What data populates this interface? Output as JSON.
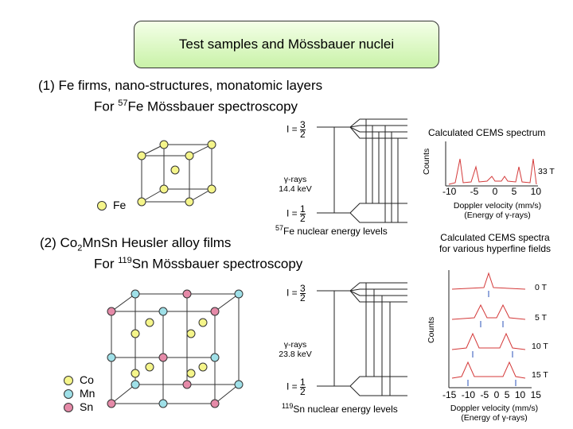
{
  "title": "Test samples and Mössbauer nuclei",
  "section1": {
    "heading": "(1) Fe firms, nano-structures, monatomic layers",
    "subheading_prefix": "For ",
    "isotope_mass": "57",
    "subheading_rest": "Fe Mössbauer spectroscopy",
    "legend_fe": "Fe",
    "spin_upper_prefix": "I =",
    "spin_upper_num": "3",
    "spin_upper_den": "2",
    "spin_lower_prefix": "I =",
    "spin_lower_num": "1",
    "spin_lower_den": "2",
    "gamma_line1": "γ-rays",
    "gamma_line2": "14.4 keV",
    "levels_mass": "57",
    "levels_label": "Fe nuclear energy levels",
    "spectrum_title": "Calculated CEMS spectrum",
    "counts_label": "Counts",
    "field_label": "33 T",
    "ticks": [
      "-10",
      "-5",
      "0",
      "5",
      "10"
    ],
    "xlabel_line1": "Doppler velocity (mm/s)",
    "xlabel_line2": "(Energy of γ-rays)"
  },
  "section2": {
    "heading_prefix": "(2) Co",
    "heading_sub": "2",
    "heading_rest": "Mn",
    "heading_tail": "Sn Heusler alloy films",
    "subheading_prefix": "For ",
    "isotope_mass": "119",
    "subheading_rest": "Sn Mössbauer spectroscopy",
    "legend": [
      "Co",
      "Mn",
      "Sn"
    ],
    "spin_upper_prefix": "I =",
    "spin_upper_num": "3",
    "spin_upper_den": "2",
    "spin_lower_prefix": "I =",
    "spin_lower_num": "1",
    "spin_lower_den": "2",
    "gamma_line1": "γ-rays",
    "gamma_line2": "23.8 keV",
    "levels_mass": "119",
    "levels_label": "Sn nuclear energy levels",
    "spectrum_title_line1": "Calculated CEMS spectra",
    "spectrum_title_line2": "for various hyperfine fields",
    "counts_label": "Counts",
    "field_labels": [
      "0 T",
      "5 T",
      "10 T",
      "15 T"
    ],
    "ticks": [
      "-15",
      "-10",
      "-5",
      "0",
      "5",
      "10",
      "15"
    ],
    "xlabel_line1": "Doppler velocity (mm/s)",
    "xlabel_line2": "(Energy of γ-rays)"
  },
  "colors": {
    "title_fill": "#c9f2a8",
    "fe_atom": "#f5f58a",
    "co_atom": "#f5f58a",
    "mn_atom": "#9fe0e8",
    "sn_atom": "#e58aa8",
    "spectrum_line": "#d43a3a",
    "stick_line": "#2850b8"
  }
}
